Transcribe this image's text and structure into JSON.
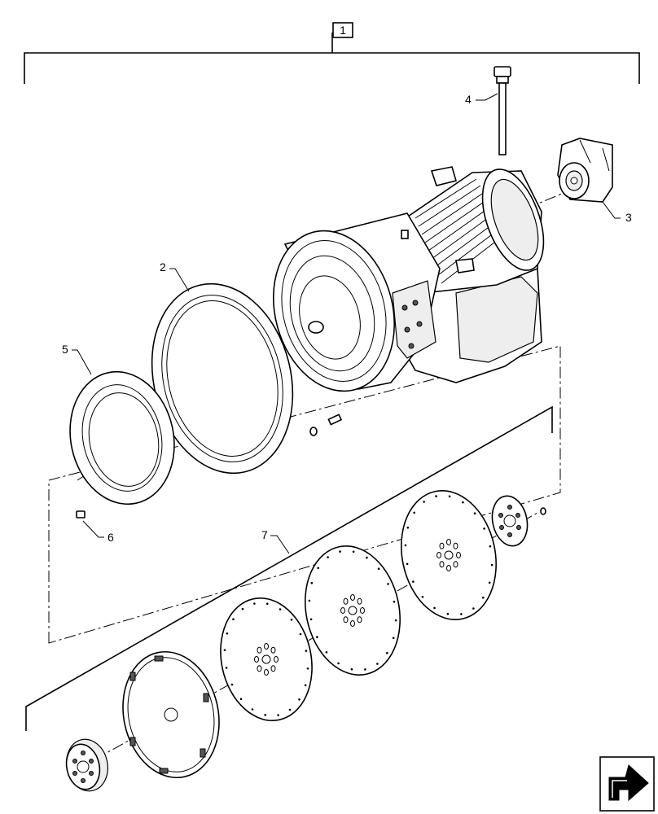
{
  "assembly_label": "1",
  "callouts": {
    "c2": "2",
    "c3": "3",
    "c4": "4",
    "c5": "5",
    "c6": "6",
    "c7": "7"
  },
  "nav_icon": "next-page-arrow-icon"
}
